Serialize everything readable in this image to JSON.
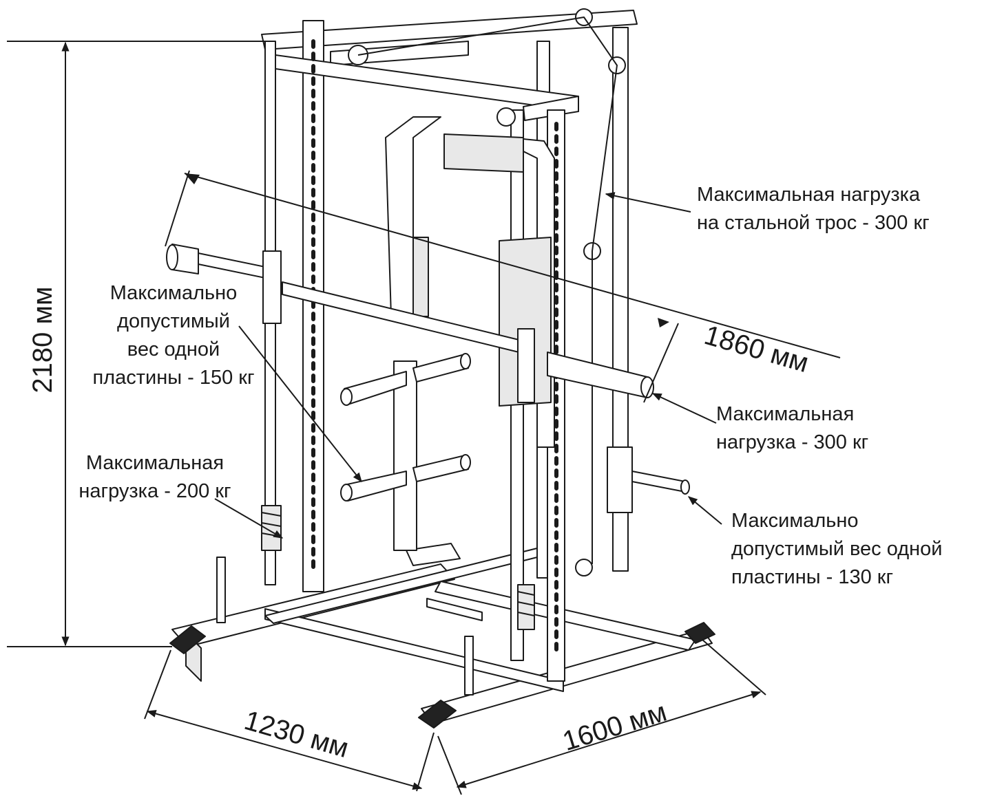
{
  "colors": {
    "line": "#1a1a1a",
    "fill": "#ffffff",
    "shade": "#e8e8e8",
    "foot": "#222222"
  },
  "dimensions": {
    "height": "2180 мм",
    "bar_length": "1860 мм",
    "depth": "1230 мм",
    "width": "1600 мм"
  },
  "callouts": {
    "cable": {
      "line1": "Максимальная нагрузка",
      "line2": "на стальной трос - 300 кг"
    },
    "plate_storage": {
      "line1": "Максимально",
      "line2": "допустимый",
      "line3": "вес одной",
      "line4": "пластины - 150 кг"
    },
    "bar_load": {
      "line1": "Максимальная",
      "line2": "нагрузка - 300 кг"
    },
    "spring_load": {
      "line1": "Максимальная",
      "line2": "нагрузка - 200 кг"
    },
    "loading_pin": {
      "line1": "Максимально",
      "line2": "допустимый вес одной",
      "line3": "пластины - 130 кг"
    }
  }
}
